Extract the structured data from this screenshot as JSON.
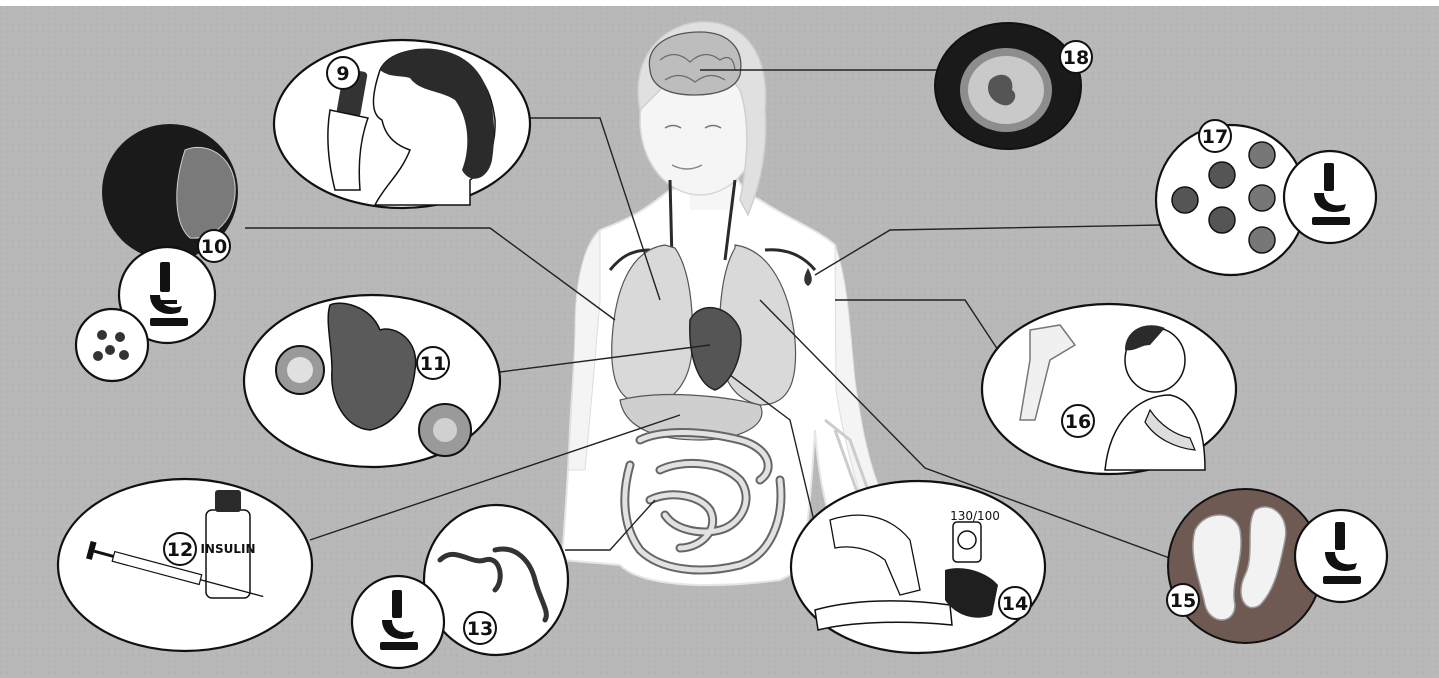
{
  "callouts": {
    "c9": "9",
    "c10": "10",
    "c11": "11",
    "c12": "12",
    "c13": "13",
    "c14": "14",
    "c15": "15",
    "c16": "16",
    "c17": "17",
    "c18": "18"
  },
  "labels": {
    "insulin": "INSULIN",
    "blood_pressure": "130/100"
  },
  "colors": {
    "background": "#b8b8b8",
    "body_outline": "#ffffff",
    "organ_fill": "#d9d9d9",
    "dark_vignette": "#1a1a1a",
    "brown_vignette": "#6e5a52"
  }
}
